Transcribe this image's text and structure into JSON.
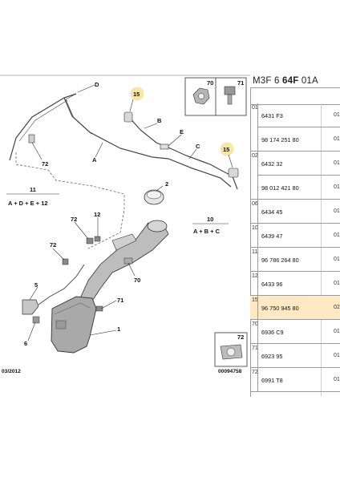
{
  "header": {
    "title_prefix": "M3F 6 ",
    "title_bold": "64F",
    "title_suffix": " 01A"
  },
  "callouts": {
    "d": "D",
    "b": "B",
    "e": "E",
    "c": "C",
    "a": "A",
    "n15a": "15",
    "n15b": "15",
    "n2": "2",
    "n72a": "72",
    "n11": "11",
    "formula11": "A + D + E + 12",
    "n10": "10",
    "formula10": "A + B + C",
    "n72b": "72",
    "n12": "12",
    "n72c": "72",
    "n70": "70",
    "n5": "5",
    "n71": "71",
    "n1": "1",
    "n6": "6",
    "box70": "70",
    "box71": "71",
    "box72": "72"
  },
  "footer": {
    "date": "03/2012",
    "code": "00094758"
  },
  "table": {
    "groups": [
      {
        "index": "01",
        "rows": [
          "6431 F3",
          "98 174 251 80"
        ],
        "ext": [
          "01",
          "01"
        ],
        "highlight": false
      },
      {
        "index": "02",
        "rows": [
          "6432 32",
          "98 012 421 80"
        ],
        "ext": [
          "01",
          "01"
        ],
        "highlight": false
      },
      {
        "index": "06",
        "rows": [
          "6434 45"
        ],
        "ext": [
          "01"
        ],
        "highlight": false
      },
      {
        "index": "10",
        "rows": [
          "6439 47"
        ],
        "ext": [
          "01"
        ],
        "highlight": false
      },
      {
        "index": "11",
        "rows": [
          "96 786 264 80"
        ],
        "ext": [
          "01"
        ],
        "highlight": false
      },
      {
        "index": "12",
        "rows": [
          "6433 96"
        ],
        "ext": [
          "01"
        ],
        "highlight": false
      },
      {
        "index": "15",
        "rows": [
          "96 750 945 80"
        ],
        "ext": [
          "02"
        ],
        "highlight": true
      },
      {
        "index": "70",
        "rows": [
          "6936 C9"
        ],
        "ext": [
          "01"
        ],
        "highlight": false
      },
      {
        "index": "71",
        "rows": [
          "6923 95"
        ],
        "ext": [
          "01"
        ],
        "highlight": false
      },
      {
        "index": "72",
        "rows": [
          "6991 T8"
        ],
        "ext": [
          "01"
        ],
        "highlight": false
      }
    ]
  },
  "colors": {
    "callout_yellow": "#f6e7a8",
    "highlight_row": "#ffe9c4",
    "line": "#333333"
  }
}
